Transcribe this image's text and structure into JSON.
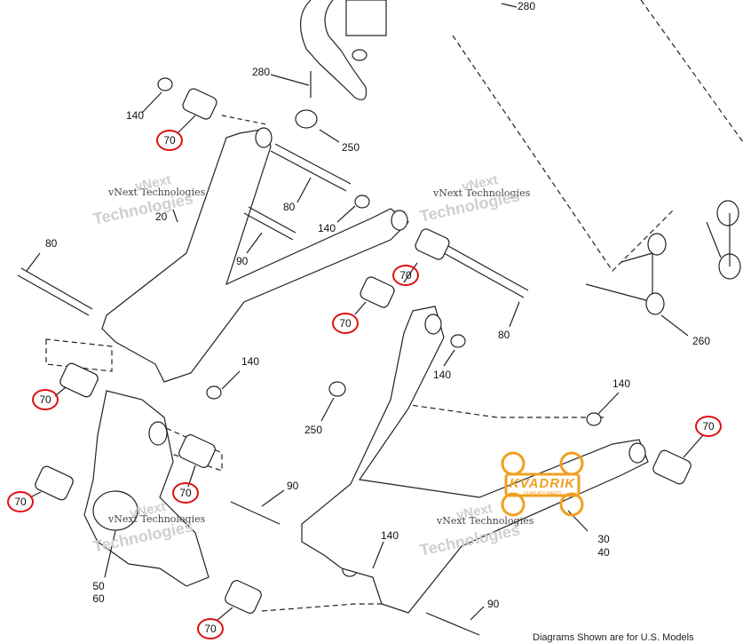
{
  "callouts": {
    "c280_top": "280",
    "c280": "280",
    "c250_top": "250",
    "c140_a": "140",
    "c70_a": "70",
    "c20": "20",
    "c80_a": "80",
    "c140_b": "140",
    "c90_a": "90",
    "c80_b": "80",
    "c70_b": "70",
    "c70_c": "70",
    "c80_c": "80",
    "c260": "260",
    "c140_c": "140",
    "c140_d": "140",
    "c70_d": "70",
    "c250_mid": "250",
    "c140_e": "140",
    "c70_e": "70",
    "c70_f": "70",
    "c70_g": "70",
    "c90_b": "90",
    "c140_f": "140",
    "c30": "30",
    "c40": "40",
    "c50": "50",
    "c60": "60",
    "c70_h": "70",
    "c90_c": "90"
  },
  "watermarks": {
    "wm1": "vNext Technologies",
    "wm2": "vNext Technologies",
    "wm3": "vNext Technologies",
    "wm4": "vNext Technologies",
    "wm1b": "Technologies",
    "wm2b": "Technologies",
    "wm3b": "Technologies",
    "wm4b": "Technologies",
    "wm1c": "vNext",
    "wm2c": "vNext",
    "wm3c": "vNext",
    "wm4c": "vNext"
  },
  "logo": {
    "name": "KVADRIK",
    "sub": "QUAD ATV PARTS"
  },
  "footer": "Diagrams Shown are for U.S. Models",
  "colors": {
    "callout_circle": "#dd1111",
    "logo": "#f0a020",
    "line": "#222222"
  }
}
